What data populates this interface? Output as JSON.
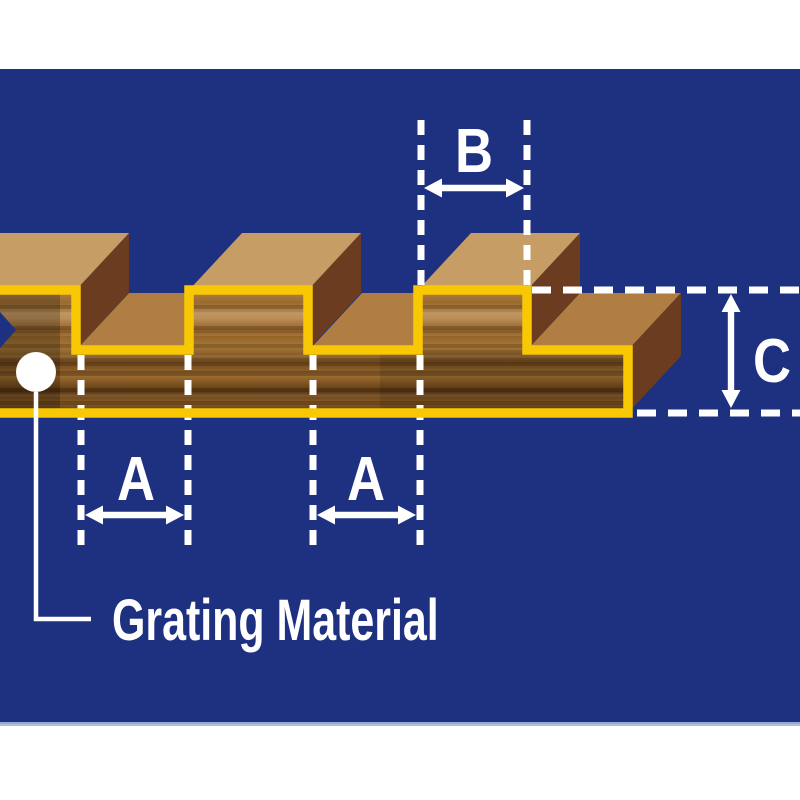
{
  "diagram": {
    "title": "Grating Material",
    "dim_labels": {
      "a": "A",
      "b": "B",
      "c": "C"
    }
  },
  "colors": {
    "page_white": "#ffffff",
    "panel_blue": "#1e3080",
    "panel_edge_light": "#a9b6de",
    "outline_yellow": "#f9c804",
    "top_face_tan": "#c79d66",
    "base_top_brown": "#b07e42",
    "side_face_brown": "#6b3c1f",
    "dimension_white": "#ffffff"
  }
}
